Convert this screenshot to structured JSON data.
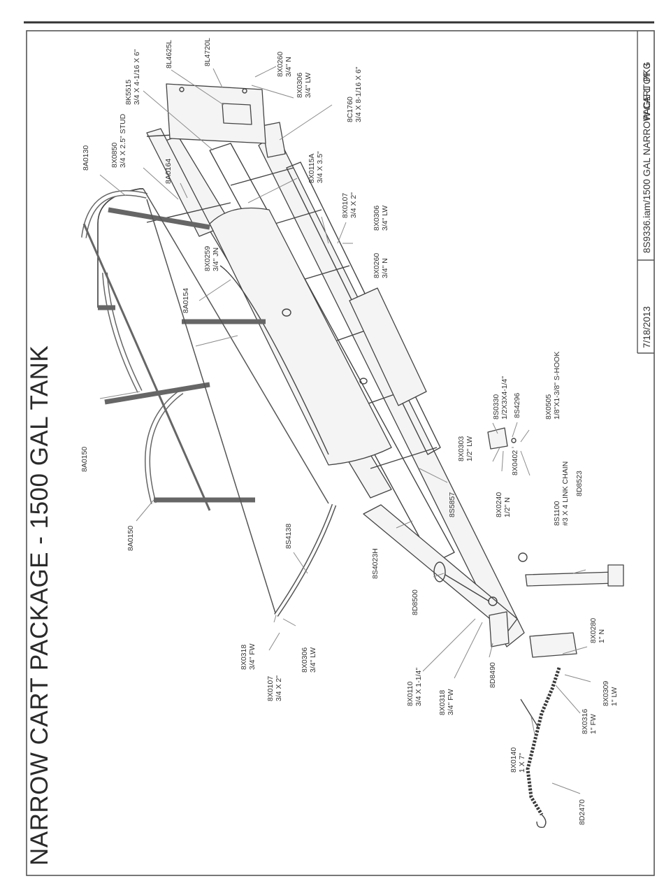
{
  "title": "NARROW CART PACKAGE - 1500 GAL TANK",
  "title_block": {
    "page": "PAGE 1 OF 3",
    "file": "8S9336.iam/1500 GAL NARROW CART PKG",
    "date": "7/18/2013"
  },
  "callouts": [
    {
      "id": "c01",
      "lines": [
        "8X0260",
        "3/4\" N"
      ]
    },
    {
      "id": "c02",
      "lines": [
        "8L4720L"
      ]
    },
    {
      "id": "c03",
      "lines": [
        "8L4625L"
      ]
    },
    {
      "id": "c04",
      "lines": [
        "8K5515",
        "3/4 X 4-1/16 X 6\""
      ]
    },
    {
      "id": "c05",
      "lines": [
        "8X0306",
        "3/4\" LW"
      ]
    },
    {
      "id": "c06",
      "lines": [
        "8C1760",
        "3/4 X 8-1/16 X 6\""
      ]
    },
    {
      "id": "c07",
      "lines": [
        "8A0130"
      ]
    },
    {
      "id": "c08",
      "lines": [
        "8X0850",
        "3/4 X 2.5\" STUD"
      ]
    },
    {
      "id": "c09",
      "lines": [
        "8A0164"
      ]
    },
    {
      "id": "c10",
      "lines": [
        "8X0115A",
        "3/4 X 3.5\""
      ]
    },
    {
      "id": "c11",
      "lines": [
        "8X0107",
        "3/4 X 2\""
      ]
    },
    {
      "id": "c12",
      "lines": [
        "8X0306",
        "3/4\" LW"
      ]
    },
    {
      "id": "c13",
      "lines": [
        "8X0260",
        "3/4\" N"
      ]
    },
    {
      "id": "c14",
      "lines": [
        "8X0259",
        "3/4\" JN"
      ]
    },
    {
      "id": "c15",
      "lines": [
        "8A0154"
      ]
    },
    {
      "id": "c16",
      "lines": [
        "8S0330",
        "1/2X3X4-1/4\""
      ]
    },
    {
      "id": "c17",
      "lines": [
        "8S4296"
      ]
    },
    {
      "id": "c18",
      "lines": [
        "8X0505",
        "1/8\"X1-3/8\" S-HOOK"
      ]
    },
    {
      "id": "c19",
      "lines": [
        "8X0303",
        "1/2\" LW"
      ]
    },
    {
      "id": "c20",
      "lines": [
        "8X0240",
        "1/2\" N"
      ]
    },
    {
      "id": "c21",
      "lines": [
        "8X0402"
      ]
    },
    {
      "id": "c22",
      "lines": [
        "8S1100",
        "#3 X 4 LINK CHAIN"
      ]
    },
    {
      "id": "c23",
      "lines": [
        "8A0150"
      ]
    },
    {
      "id": "c24",
      "lines": [
        "8A0150"
      ]
    },
    {
      "id": "c25",
      "lines": [
        "8S5857"
      ]
    },
    {
      "id": "c26",
      "lines": [
        "8D8523"
      ]
    },
    {
      "id": "c27",
      "lines": [
        "8S4138"
      ]
    },
    {
      "id": "c28",
      "lines": [
        "8S4023H"
      ]
    },
    {
      "id": "c29",
      "lines": [
        "8D8500"
      ]
    },
    {
      "id": "c30",
      "lines": [
        "8X0318",
        "3/4\" FW"
      ]
    },
    {
      "id": "c31",
      "lines": [
        "8X0306",
        "3/4\" LW"
      ]
    },
    {
      "id": "c32",
      "lines": [
        "8X0107",
        "3/4 X 2\""
      ]
    },
    {
      "id": "c33",
      "lines": [
        "8X0110",
        "3/4 X 1-1/4\""
      ]
    },
    {
      "id": "c34",
      "lines": [
        "8X0318",
        "3/4\" FW"
      ]
    },
    {
      "id": "c35",
      "lines": [
        "8D8490"
      ]
    },
    {
      "id": "c36",
      "lines": [
        "8X0280",
        "1\" N"
      ]
    },
    {
      "id": "c37",
      "lines": [
        "8X0309",
        "1\" LW"
      ]
    },
    {
      "id": "c38",
      "lines": [
        "8X0316",
        "1\" FW"
      ]
    },
    {
      "id": "c39",
      "lines": [
        "8X0140",
        "1 X 7\""
      ]
    },
    {
      "id": "c40",
      "lines": [
        "8D2470"
      ]
    }
  ]
}
